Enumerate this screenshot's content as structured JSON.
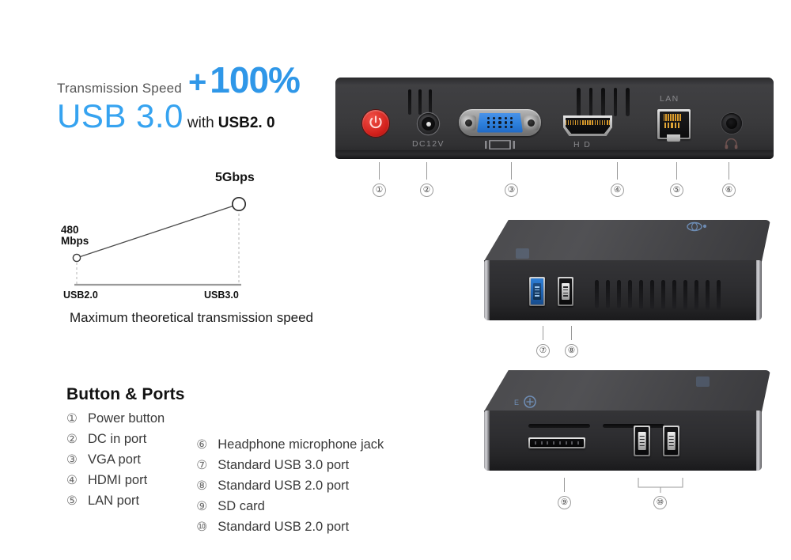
{
  "headline": {
    "transmission_label": "Transmission Speed",
    "plus": "+",
    "percent": "100%",
    "usb3": "USB 3.0",
    "with": "with",
    "usb2": "USB2. 0"
  },
  "chart_data": {
    "type": "line",
    "title": "Maximum theoretical transmission speed",
    "categories": [
      "USB2.0",
      "USB3.0"
    ],
    "values": [
      480,
      5000
    ],
    "value_labels": [
      "480 Mbps",
      "5Gbps"
    ],
    "point_label_top": "5Gbps",
    "point_label_left_line1": "480",
    "point_label_left_line2": "Mbps",
    "xlabel": "",
    "ylabel": "",
    "units": [
      "Mbps",
      "Gbps"
    ],
    "grid": false,
    "legend": "none",
    "axis_color": "#9a9a9a",
    "line_color": "#4a4a4a"
  },
  "legend": {
    "title": "Button & Ports",
    "left_items": [
      {
        "num": "①",
        "label": "Power button"
      },
      {
        "num": "②",
        "label": "DC in port"
      },
      {
        "num": "③",
        "label": "VGA port"
      },
      {
        "num": "④",
        "label": "HDMI port"
      },
      {
        "num": "⑤",
        "label": "LAN port"
      }
    ],
    "right_items": [
      {
        "num": "⑥",
        "label": "Headphone microphone jack"
      },
      {
        "num": "⑦",
        "label": "Standard USB 3.0 port"
      },
      {
        "num": "⑧",
        "label": "Standard USB 2.0 port"
      },
      {
        "num": "⑨",
        "label": "SD card"
      },
      {
        "num": "⑩",
        "label": "Standard USB 2.0 port"
      }
    ]
  },
  "rear_panel": {
    "port_labels": {
      "dc": "DC12V",
      "vga": "",
      "hdmi": "H D",
      "lan": "LAN",
      "headphone": ""
    },
    "callouts": [
      "①",
      "②",
      "③",
      "④",
      "⑤",
      "⑥"
    ]
  },
  "side_panel": {
    "callouts": [
      "⑦",
      "⑧"
    ]
  },
  "front_panel": {
    "callouts": [
      "⑨",
      "⑩"
    ]
  },
  "colors": {
    "accent_blue": "#36a3f0",
    "headline_blue": "#2f97e8",
    "usb3_blue": "#2f7fd6",
    "power_red": "#d2211c",
    "gold": "#d99a2b",
    "body_dark": "#343437"
  }
}
